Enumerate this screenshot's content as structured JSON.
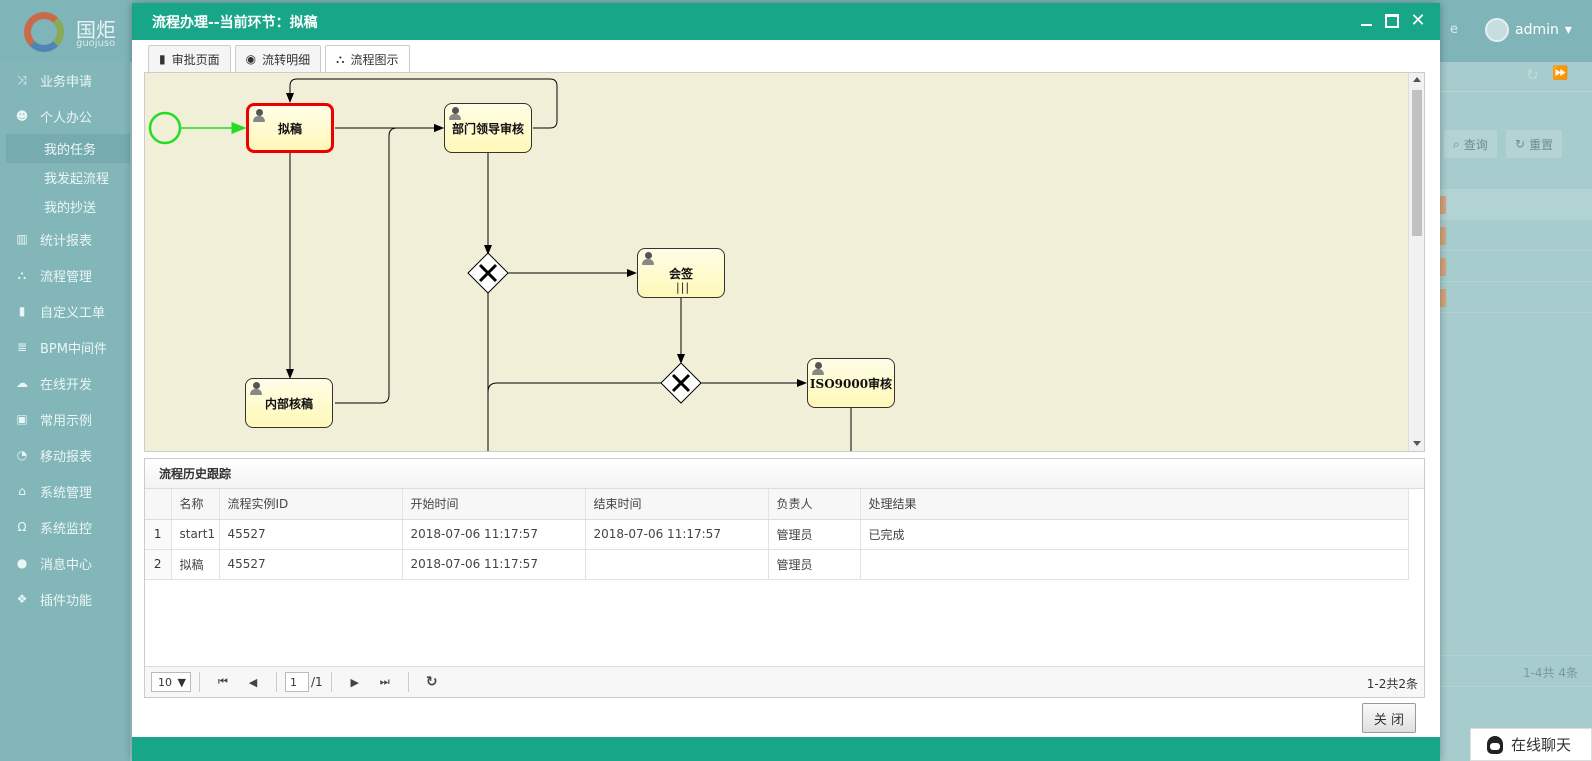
{
  "app": {
    "logo_text": "国炬",
    "logo_sub": "guojuso",
    "header_partial": "e",
    "user": "admin"
  },
  "sidebar": {
    "items": [
      {
        "label": "业务申请",
        "icon": "shuffle-icon",
        "glyph": "⤨"
      },
      {
        "label": "个人办公",
        "icon": "user-icon",
        "glyph": "☻"
      },
      {
        "label": "统计报表",
        "icon": "bar-chart-icon",
        "glyph": "▥"
      },
      {
        "label": "流程管理",
        "icon": "sitemap-icon",
        "glyph": "⛬"
      },
      {
        "label": "自定义工单",
        "icon": "book-icon",
        "glyph": "▮"
      },
      {
        "label": "BPM中间件",
        "icon": "database-icon",
        "glyph": "≣"
      },
      {
        "label": "在线开发",
        "icon": "cloud-icon",
        "glyph": "☁"
      },
      {
        "label": "常用示例",
        "icon": "tv-icon",
        "glyph": "▣"
      },
      {
        "label": "移动报表",
        "icon": "pie-chart-icon",
        "glyph": "◔"
      },
      {
        "label": "系统管理",
        "icon": "home-icon",
        "glyph": "⌂"
      },
      {
        "label": "系统监控",
        "icon": "headphones-icon",
        "glyph": "Ω"
      },
      {
        "label": "消息中心",
        "icon": "comment-icon",
        "glyph": "●"
      },
      {
        "label": "插件功能",
        "icon": "cubes-icon",
        "glyph": "❖"
      }
    ],
    "sub_items": [
      "我的任务",
      "我发起流程",
      "我的抄送"
    ]
  },
  "background": {
    "query_label": "查询",
    "reset_label": "重置",
    "footer_text": "1-4共 4条",
    "chat_label": "在线聊天"
  },
  "modal": {
    "title": "流程办理--当前环节：拟稿",
    "tabs": [
      {
        "label": "审批页面",
        "icon": "book-icon",
        "glyph": "▮"
      },
      {
        "label": "流转明细",
        "icon": "eye-icon",
        "glyph": "◉"
      },
      {
        "label": "流程图示",
        "icon": "sitemap-icon",
        "glyph": "⛬"
      }
    ],
    "close_label": "关 闭"
  },
  "diagram": {
    "nodes": {
      "draft": "拟稿",
      "dept_review": "部门领导审核",
      "countersign": "会签",
      "countersign_marker": "|||",
      "internal_review": "内部核稿",
      "iso_review": "ISO9000审核"
    },
    "colors": {
      "start_event": "#22dd22",
      "current_border": "#ee0000",
      "canvas_bg": "#f1efd8"
    }
  },
  "history": {
    "title": "流程历史跟踪",
    "columns": [
      "名称",
      "流程实例ID",
      "开始时间",
      "结束时间",
      "负责人",
      "处理结果"
    ],
    "rows": [
      {
        "rn": "1",
        "name": "start1",
        "instance_id": "45527",
        "start": "2018-07-06 11:17:57",
        "end": "2018-07-06 11:17:57",
        "owner": "管理员",
        "result": "已完成"
      },
      {
        "rn": "2",
        "name": "拟稿",
        "instance_id": "45527",
        "start": "2018-07-06 11:17:57",
        "end": "",
        "owner": "管理员",
        "result": ""
      }
    ],
    "pager": {
      "page_size": "10",
      "current_page": "1",
      "total_pages": "/1",
      "summary": "1-2共2条"
    }
  },
  "colors": {
    "accent": "#18a689"
  }
}
